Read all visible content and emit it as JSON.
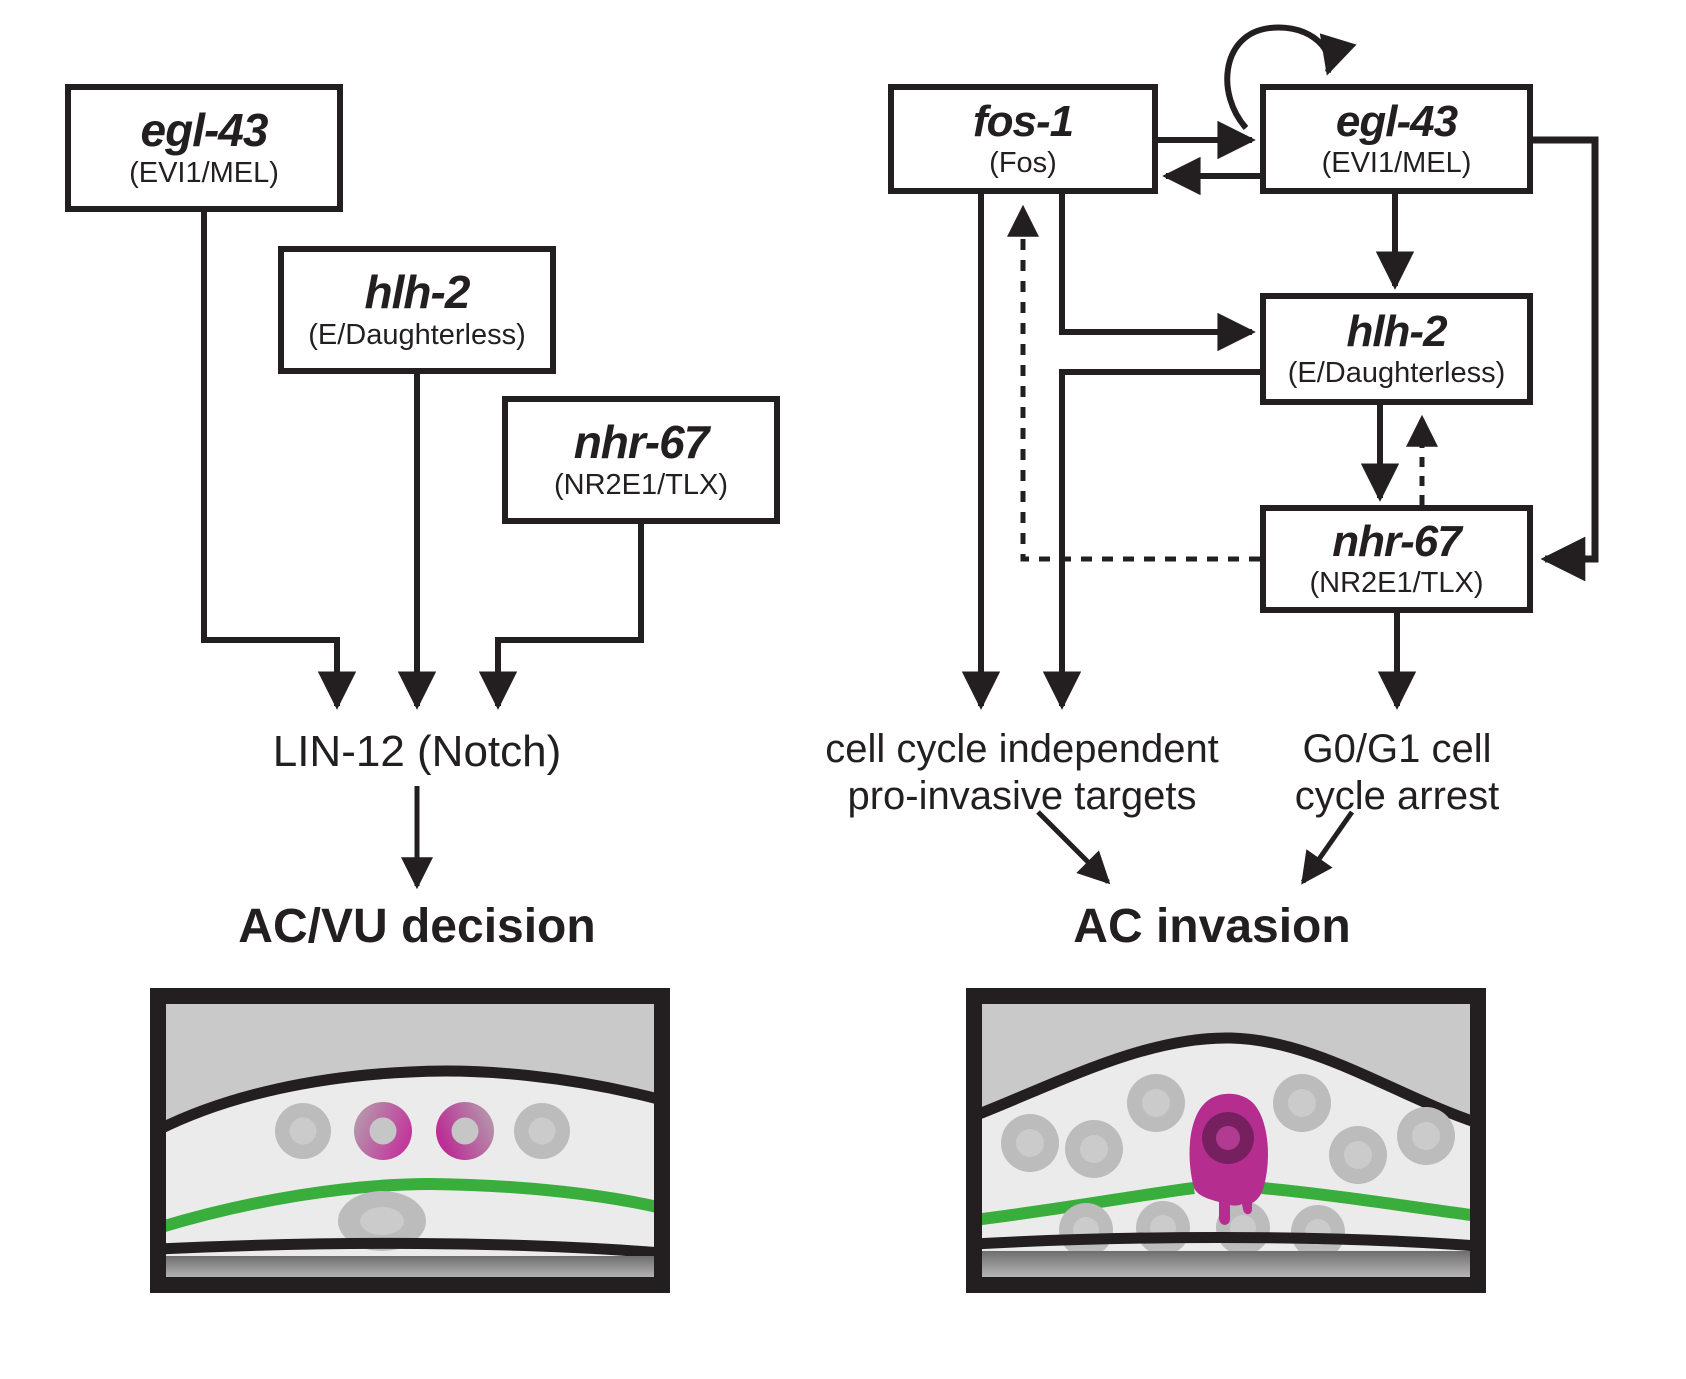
{
  "figure": {
    "left_panel": {
      "genes": [
        {
          "name": "egl-43",
          "homolog": "(EVI1/MEL)"
        },
        {
          "name": "hlh-2",
          "homolog": "(E/Daughterless)"
        },
        {
          "name": "nhr-67",
          "homolog": "(NR2E1/TLX)"
        }
      ],
      "signal": "LIN-12 (Notch)",
      "outcome": "AC/VU decision"
    },
    "right_panel": {
      "genes": [
        {
          "name": "fos-1",
          "homolog": "(Fos)"
        },
        {
          "name": "egl-43",
          "homolog": "(EVI1/MEL)"
        },
        {
          "name": "hlh-2",
          "homolog": "(E/Daughterless)"
        },
        {
          "name": "nhr-67",
          "homolog": "(NR2E1/TLX)"
        }
      ],
      "targets_line1": "cell cycle independent",
      "targets_line2": "pro-invasive targets",
      "arrest_line1": "G0/G1 cell",
      "arrest_line2": "cycle arrest",
      "outcome": "AC invasion"
    },
    "colors": {
      "line_black": "#231f20",
      "membrane_green": "#3aae3c",
      "ac_magenta": "#b52e8f",
      "ac_nucleus_dark": "#76205f",
      "ac_nucleolus": "#b13b93",
      "tissue_light": "#ebebeb",
      "gonad_gray": "#c9c9c9",
      "cell_gray": "#bcbcbc",
      "cell_nucleus_gray": "#cbcbcb"
    }
  }
}
